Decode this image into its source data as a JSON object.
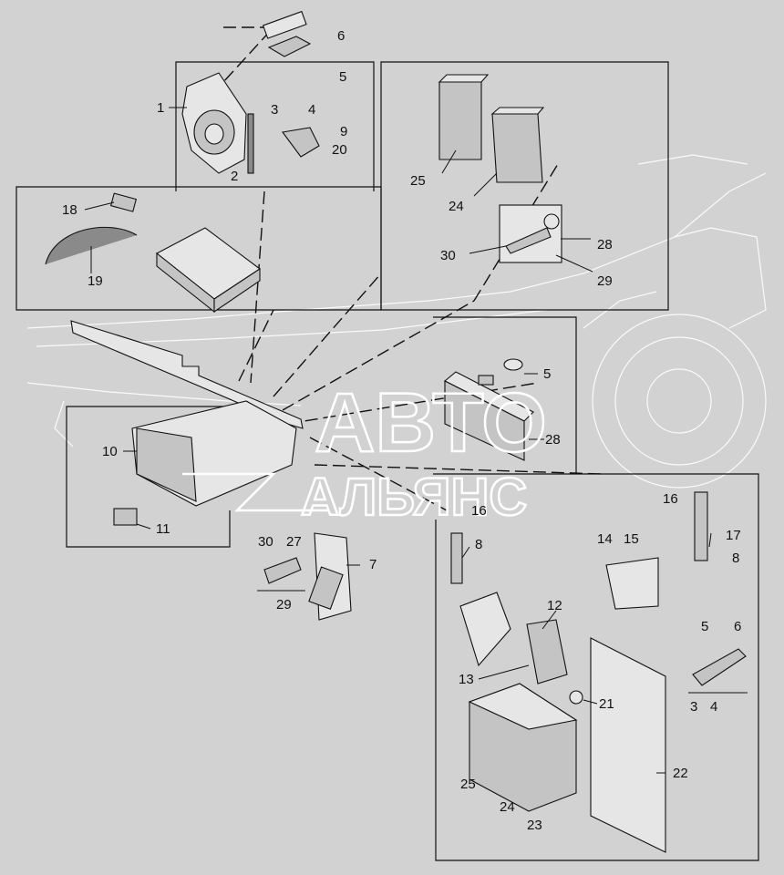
{
  "watermark": {
    "line1": "АВТО",
    "line2": "АЛЬЯНС"
  },
  "callouts": [
    {
      "id": "c6a",
      "text": "6"
    },
    {
      "id": "c5a",
      "text": "5"
    },
    {
      "id": "c1",
      "text": "1"
    },
    {
      "id": "c3a",
      "text": "3"
    },
    {
      "id": "c4a",
      "text": "4"
    },
    {
      "id": "c9",
      "text": "9"
    },
    {
      "id": "c20",
      "text": "20"
    },
    {
      "id": "c2",
      "text": "2"
    },
    {
      "id": "c18",
      "text": "18"
    },
    {
      "id": "c19",
      "text": "19"
    },
    {
      "id": "c25a",
      "text": "25"
    },
    {
      "id": "c24a",
      "text": "24"
    },
    {
      "id": "c30a",
      "text": "30"
    },
    {
      "id": "c28a",
      "text": "28"
    },
    {
      "id": "c29a",
      "text": "29"
    },
    {
      "id": "c5b",
      "text": "5"
    },
    {
      "id": "c28b",
      "text": "28"
    },
    {
      "id": "c10",
      "text": "10"
    },
    {
      "id": "c11",
      "text": "11"
    },
    {
      "id": "c16a",
      "text": "16"
    },
    {
      "id": "c16b",
      "text": "16"
    },
    {
      "id": "c8a",
      "text": "8"
    },
    {
      "id": "c14",
      "text": "14"
    },
    {
      "id": "c15",
      "text": "15"
    },
    {
      "id": "c17",
      "text": "17"
    },
    {
      "id": "c8b",
      "text": "8"
    },
    {
      "id": "c30b",
      "text": "30"
    },
    {
      "id": "c27",
      "text": "27"
    },
    {
      "id": "c7",
      "text": "7"
    },
    {
      "id": "c29b",
      "text": "29"
    },
    {
      "id": "c12",
      "text": "12"
    },
    {
      "id": "c13",
      "text": "13"
    },
    {
      "id": "c5c",
      "text": "5"
    },
    {
      "id": "c6b",
      "text": "6"
    },
    {
      "id": "c21",
      "text": "21"
    },
    {
      "id": "c3b",
      "text": "3"
    },
    {
      "id": "c4b",
      "text": "4"
    },
    {
      "id": "c22",
      "text": "22"
    },
    {
      "id": "c25b",
      "text": "25"
    },
    {
      "id": "c24b",
      "text": "24"
    },
    {
      "id": "c23",
      "text": "23"
    }
  ]
}
